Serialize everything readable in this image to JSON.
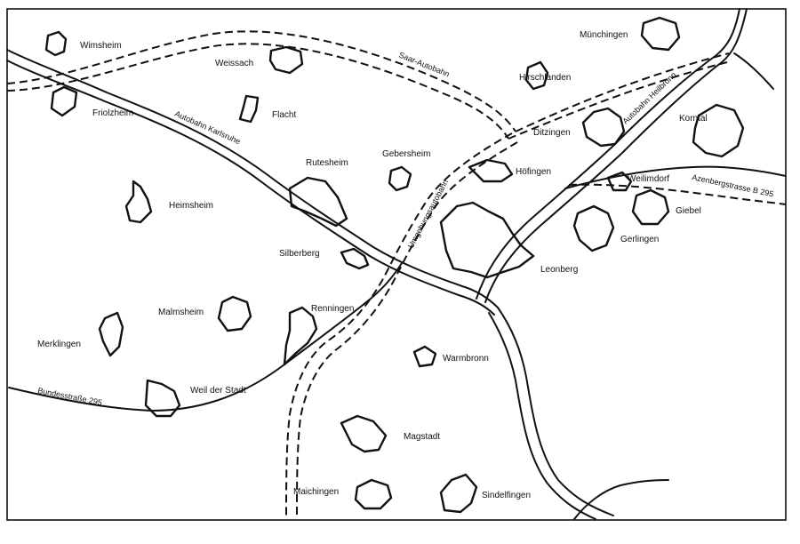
{
  "map": {
    "colors": {
      "ink": "#111111",
      "paper": "#ffffff"
    },
    "places": {
      "wimsheim": "Wimsheim",
      "weissach": "Weissach",
      "friolzheim": "Friolzheim",
      "flacht": "Flacht",
      "rutesheim": "Rutesheim",
      "gebersheim": "Gebersheim",
      "heimsheim": "Heimsheim",
      "silberberg": "Silberberg",
      "malmsheim": "Malmsheim",
      "renningen": "Renningen",
      "merklingen": "Merklingen",
      "weil_der_stadt": "Weil der Stadt",
      "warmbronn": "Warmbronn",
      "magstadt": "Magstadt",
      "maichingen": "Maichingen",
      "sindelfingen": "Sindelfingen",
      "leonberg": "Leonberg",
      "hoefingen": "Höfingen",
      "ditzingen": "Ditzingen",
      "hirschlanden": "Hirschlanden",
      "muenchingen": "Münchingen",
      "korntal": "Korntal",
      "weilimdorf": "Weilimdorf",
      "giebel": "Giebel",
      "gerlingen": "Gerlingen"
    },
    "roads": {
      "saar_autobahn": "Saar-Autobahn",
      "autobahn_karlsruhe": "Autobahn Karlsruhe",
      "autobahn_heilbronn": "Autobahn Heilbronn",
      "umgehungsautobahn": "Umgehungsautobahn",
      "b295_west": "Bundesstraße 295",
      "b295_east": "Azenbergstrasse B 295"
    }
  }
}
